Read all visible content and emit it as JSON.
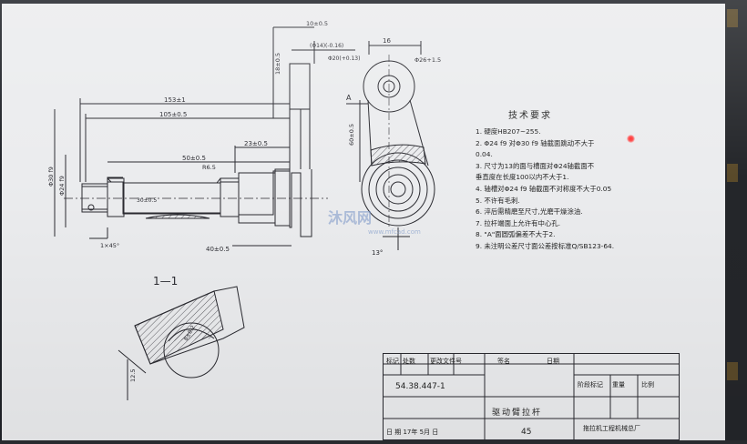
{
  "drawing": {
    "drawing_number": "54.38.447-1",
    "part_name": "驱动臂拉杆",
    "material": "45",
    "section_label": "1—1",
    "view_label_a": "A",
    "company": "拖拉机工程机械总厂",
    "sheet_label": "比例"
  },
  "requirements": {
    "title": "技术要求",
    "items": [
      "1. 硬度HB207~255.",
      "2. Φ24 f9 对Φ30 f9 轴截面跳动不大于",
      "   0.04.",
      "3. 尺寸为13的面与槽面对Φ24轴截面不",
      "   垂直度在长度100以内不大于1.",
      "4. 轴槽对Φ24 f9 轴截面不对称度不大于0.05",
      "5. 不许有毛刺.",
      "6. 淬后需精磨至尺寸,光磨干燥涂油.",
      "7. 拉杆端面上允许有中心孔.",
      "8. \"A\"面圆弧偏差不大于2.",
      "9. 未注明公差尺寸面公差按标准Q/SB123-64."
    ]
  },
  "dimensions": {
    "overall_length": "153±1",
    "len_105": "105±0.5",
    "len_50": "50±0.5",
    "len_23": "23±0.5",
    "len_10": "10±0.5",
    "top_16": "16",
    "dia_26": "Φ26+1.5",
    "dia_20": "Φ20(+0.13)",
    "dia_small": "(Φ14)(-0.16)",
    "height_18": "18±0.5",
    "height_60": "60±0.5",
    "height_30": "30±0.5",
    "dia_24": "Φ24 f9",
    "dia_30": "Φ30 f9",
    "chamfer": "1×45°",
    "angle_13": "13°",
    "r_65": "R6.5",
    "len_40": "40±0.5",
    "depth_125": "12.5",
    "sec_dim": "8±0.2"
  },
  "title_block": {
    "col_labels": [
      "标记",
      "处数",
      "更改文件号",
      "签名",
      "日期"
    ],
    "stage_label": "阶段标记",
    "weight_label": "重量",
    "scale_label": "比例",
    "date_row": "日  期  17年 5月 日"
  },
  "watermark": {
    "text": "沐风网",
    "url": "www.mfcad.com"
  },
  "colors": {
    "paper": "#ebecee",
    "ink": "#2a2a30",
    "background": "#1f2228",
    "laser_dot": "#ff3030"
  }
}
